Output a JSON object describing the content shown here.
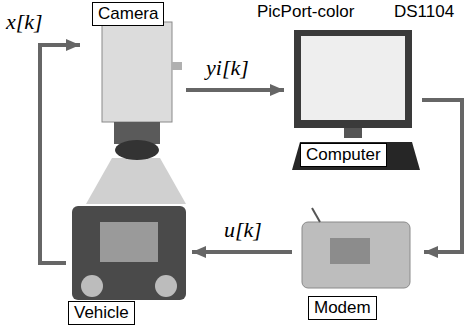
{
  "diagram": {
    "nodes": [
      {
        "text": [
          "Camera"
        ]
      },
      {
        "text": [
          "PicPort-color",
          "DS1104",
          "Computer"
        ]
      },
      {
        "text": [
          "Modem"
        ]
      },
      {
        "text": [
          "Vehicle"
        ]
      }
    ],
    "edges": [
      {
        "from": 0,
        "to": 1,
        "label": "yi[k]",
        "arrow": "to"
      },
      {
        "from": 1,
        "to": 2,
        "arrow": "to"
      },
      {
        "from": 2,
        "to": 3,
        "label": "u[k]",
        "arrow": "to"
      },
      {
        "from": 3,
        "to": 0,
        "label": "x[k]",
        "arrow": "to"
      }
    ]
  }
}
